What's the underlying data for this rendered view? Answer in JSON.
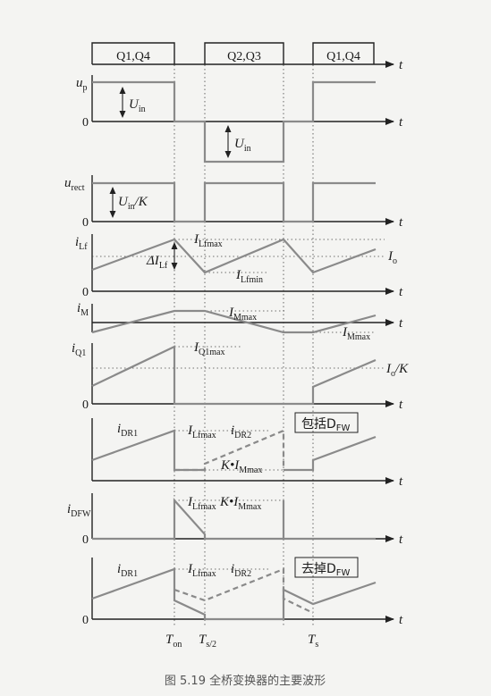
{
  "switch_band": {
    "segments": [
      "Q1,Q4",
      "Q2,Q3",
      "Q1,Q4"
    ]
  },
  "axis_label": "t",
  "zero": "0",
  "signals": {
    "up": "u_p",
    "urect": "u_rect",
    "iLf": "i_Lf",
    "iM": "i_M",
    "iQ1": "i_Q1",
    "iDR": "i_DR",
    "iDFW": "i_DFW"
  },
  "annotations": {
    "Uin": "U_in",
    "UinK": "U_in/K",
    "ILfmax": "I_Lfmax",
    "ILfmin": "I_Lfmin",
    "dILf": "ΔI_Lf",
    "Io": "I_o",
    "IMmax": "I_Mmax",
    "IQ1max": "I_Q1max",
    "IoK": "I_o/K",
    "iDR1": "i_DR1",
    "iDR2": "i_DR2",
    "KIMmax": "K•I_Mmax"
  },
  "boxes": {
    "with_dfw": "包括D_FW",
    "without_dfw": "去掉D_FW"
  },
  "time_marks": [
    "T_on",
    "T_s/2",
    "T_s"
  ],
  "caption": "图 5.19   全桥变换器的主要波形"
}
